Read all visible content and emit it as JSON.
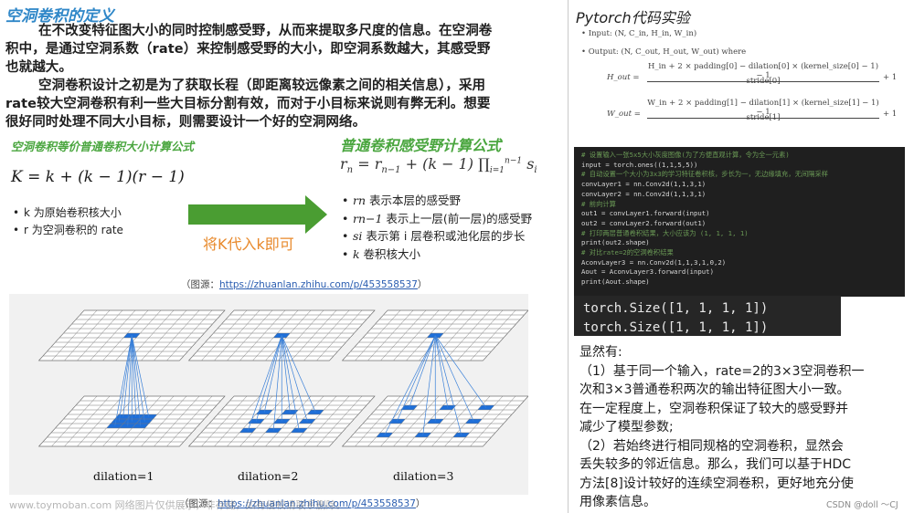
{
  "left": {
    "title": "空洞卷积的定义",
    "para1_lines": [
      "在不改变特征图大小的同时控制感受野，从而来提取多尺度的信息。在空洞卷",
      "积中，是通过空洞系数（rate）来控制感受野的大小，即空洞系数越大，其感受野",
      "也就越大。"
    ],
    "para2_lines": [
      "空洞卷积设计之初是为了获取长程（即距离较远像素之间的相关信息），采用",
      "rate较大空洞卷积有利一些大目标分割有效，而对于小目标来说则有弊无利。想要",
      "很好同时处理不同大小目标，则需要设计一个好的空洞网络。"
    ],
    "equiv_title": "空洞卷积等价普通卷积大小计算公式",
    "equiv_formula": "K = k + (k − 1)(r − 1)",
    "equiv_bullets": [
      "k 为原始卷积核大小",
      "r 为空洞卷积的 rate"
    ],
    "arrow_label": "将K代入k即可",
    "rf_title": "普通卷积感受野计算公式",
    "rf_bullets": [
      {
        "sym": "rn",
        "text": " 表示本层的感受野"
      },
      {
        "sym": "rn−1",
        "text": " 表示上一层(前一层)的感受野"
      },
      {
        "sym": "si",
        "text": " 表示第 i 层卷积或池化层的步长"
      },
      {
        "sym": "k",
        "text": " 卷积核大小"
      }
    ],
    "source_prefix": "（图源：",
    "source_url": "https://zhuanlan.zhihu.com/p/453558537",
    "source_suffix": "）",
    "dilation_captions": [
      "dilation=1",
      "dilation=2",
      "dilation=3"
    ],
    "bottom_source_prefix": "（图源：",
    "bottom_source_url": "https://zhuanlan.zhihu.com/p/453558537",
    "bottom_source_suffix": "）",
    "watermark": "www.toymoban.com 网络图片仅供展示，非存储，如有侵权请联系删除。"
  },
  "right": {
    "title": "Pytorch代码实验",
    "input_line": "Input: (N, C_in, H_in, W_in)",
    "output_line": "Output: (N, C_out, H_out, W_out) where",
    "h_formula_num": "H_in + 2 × padding[0] − dilation[0] × (kernel_size[0] − 1) − 1",
    "h_formula_den": "stride[0]",
    "w_formula_num": "W_in + 2 × padding[1] − dilation[1] × (kernel_size[1] − 1) − 1",
    "w_formula_den": "stride[1]",
    "h_lhs": "H_out =",
    "w_lhs": "W_out =",
    "plus_one": "+ 1",
    "code_lines": [
      {
        "c": true,
        "t": "# 设置输入一张5x5大小灰度图像(为了方便直观计算，令为全一元素)"
      },
      {
        "c": false,
        "t": "input = torch.ones((1,1,5,5))"
      },
      {
        "c": true,
        "t": "# 自动设置一个大小为3x3的学习特征卷积核，步长为一，无边缘填充，无间隔采样"
      },
      {
        "c": false,
        "t": "convLayer1 = nn.Conv2d(1,1,3,1)"
      },
      {
        "c": false,
        "t": "convLayer2 = nn.Conv2d(1,1,3,1)"
      },
      {
        "c": true,
        "t": "# 前向计算"
      },
      {
        "c": false,
        "t": "out1 = convLayer1.forward(input)"
      },
      {
        "c": false,
        "t": "out2 = convLayer2.forward(out1)"
      },
      {
        "c": true,
        "t": "# 打印两层普通卷积结果，大小应该为 (1, 1, 1, 1)"
      },
      {
        "c": false,
        "t": "print(out2.shape)"
      },
      {
        "c": true,
        "t": "# 对比rate=2的空洞卷积结果"
      },
      {
        "c": false,
        "t": "AconvLayer3 = nn.Conv2d(1,1,3,1,0,2)"
      },
      {
        "c": false,
        "t": "Aout = AconvLayer3.forward(input)"
      },
      {
        "c": false,
        "t": "print(Aout.shape)"
      }
    ],
    "output_lines": [
      "torch.Size([1, 1, 1, 1])",
      "torch.Size([1, 1, 1, 1])"
    ],
    "conclusion_lines": [
      "显然有:",
      "（1）基于同一个输入，rate=2的3×3空洞卷积一",
      "次和3×3普通卷积两次的输出特征图大小一致。",
      "在一定程度上，空洞卷积保证了较大的感受野并",
      "减少了模型参数;",
      "（2）若始终进行相同规格的空洞卷积，显然会",
      "丢失较多的邻近信息。那么，我们可以基于HDC",
      "方法[8]设计较好的连续空洞卷积，更好地充分使",
      "用像素信息。"
    ],
    "csdn_mark": "CSDN @doll ～CJ"
  },
  "colors": {
    "title_blue": "#2f87c8",
    "title_green": "#4aa63f",
    "arrow_green": "#4a9d32",
    "arrow_label": "#e8892b",
    "link_blue": "#2a5db0",
    "grid_blue": "#1e6fd9"
  }
}
